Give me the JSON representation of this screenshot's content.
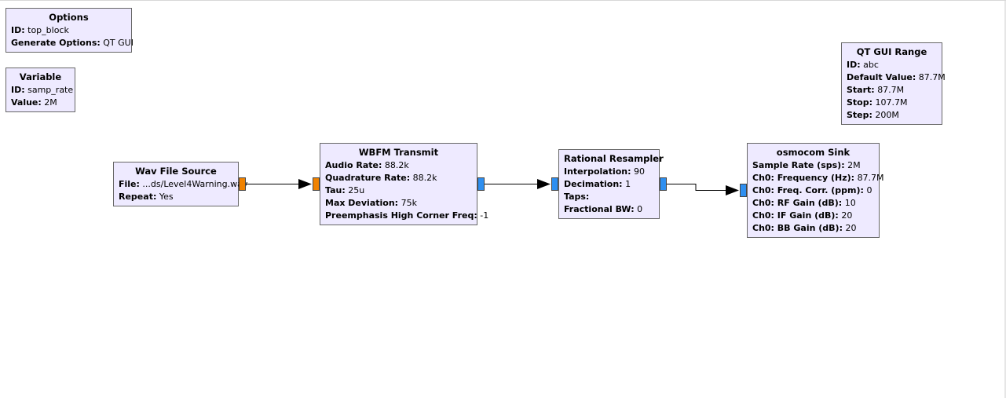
{
  "colors": {
    "block_fill": "#eeeaff",
    "block_border": "#666666",
    "port_float": "#f08200",
    "port_complex": "#2e8ff0"
  },
  "blocks": {
    "options": {
      "title": "Options",
      "params": [
        {
          "k": "ID:",
          "v": "top_block"
        },
        {
          "k": "Generate Options:",
          "v": "QT GUI"
        }
      ]
    },
    "variable": {
      "title": "Variable",
      "params": [
        {
          "k": "ID:",
          "v": "samp_rate"
        },
        {
          "k": "Value:",
          "v": "2M"
        }
      ]
    },
    "qt_gui_range": {
      "title": "QT GUI Range",
      "params": [
        {
          "k": "ID:",
          "v": "abc"
        },
        {
          "k": "Default Value:",
          "v": "87.7M"
        },
        {
          "k": "Start:",
          "v": "87.7M"
        },
        {
          "k": "Stop:",
          "v": "107.7M"
        },
        {
          "k": "Step:",
          "v": "200M"
        }
      ]
    },
    "wav_file_source": {
      "title": "Wav File Source",
      "params": [
        {
          "k": "File:",
          "v": "...ds/Level4Warning.wav"
        },
        {
          "k": "Repeat:",
          "v": "Yes"
        }
      ]
    },
    "wbfm_transmit": {
      "title": "WBFM Transmit",
      "params": [
        {
          "k": "Audio Rate:",
          "v": "88.2k"
        },
        {
          "k": "Quadrature Rate:",
          "v": "88.2k"
        },
        {
          "k": "Tau:",
          "v": "25u"
        },
        {
          "k": "Max Deviation:",
          "v": "75k"
        },
        {
          "k": "Preemphasis High Corner Freq:",
          "v": "-1"
        }
      ]
    },
    "rational_resampler": {
      "title": "Rational Resampler",
      "params": [
        {
          "k": "Interpolation:",
          "v": "90"
        },
        {
          "k": "Decimation:",
          "v": "1"
        },
        {
          "k": "Taps:",
          "v": ""
        },
        {
          "k": "Fractional BW:",
          "v": "0"
        }
      ]
    },
    "osmocom_sink": {
      "title": "osmocom Sink",
      "params": [
        {
          "k": "Sample Rate (sps):",
          "v": "2M"
        },
        {
          "k": "Ch0: Frequency (Hz):",
          "v": "87.7M"
        },
        {
          "k": "Ch0: Freq. Corr. (ppm):",
          "v": "0"
        },
        {
          "k": "Ch0: RF Gain (dB):",
          "v": "10"
        },
        {
          "k": "Ch0: IF Gain (dB):",
          "v": "20"
        },
        {
          "k": "Ch0: BB Gain (dB):",
          "v": "20"
        }
      ]
    }
  }
}
